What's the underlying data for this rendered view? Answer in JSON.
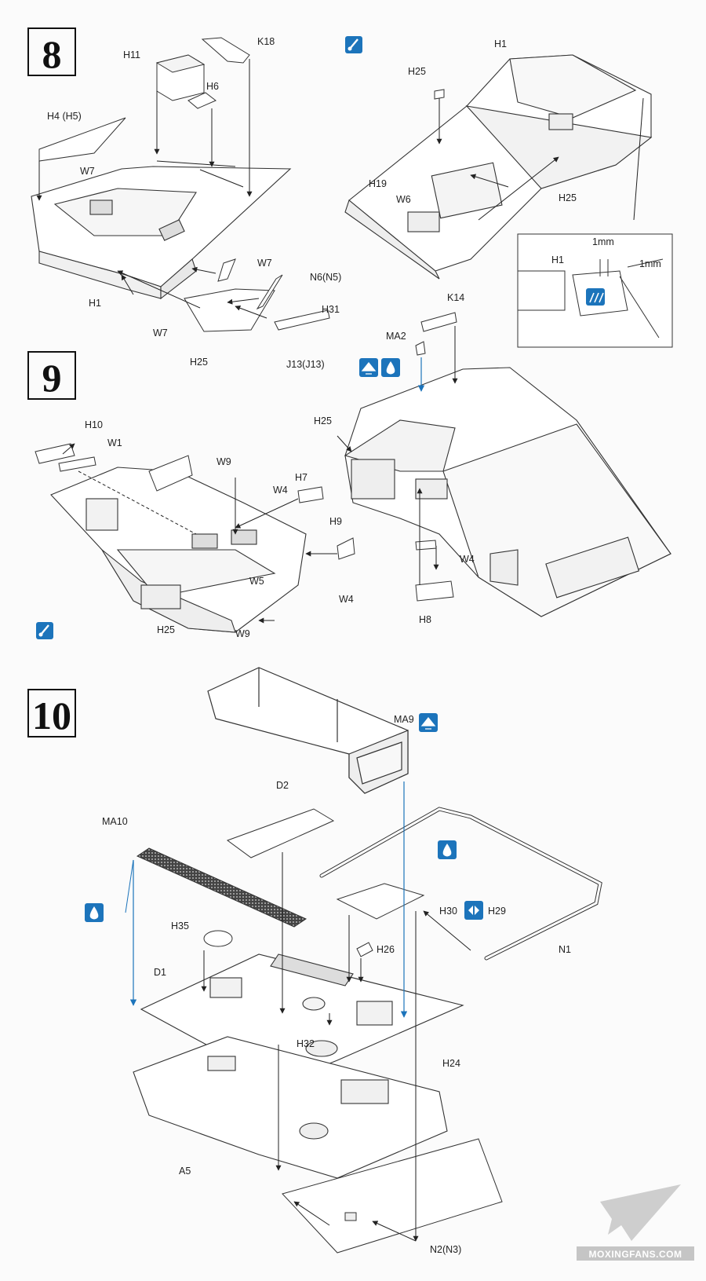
{
  "steps": [
    {
      "number": "8",
      "labels": {
        "k18": "K18",
        "h11": "H11",
        "h6": "H6",
        "h4": "H4 (H5)",
        "w7_a": "W7",
        "w7_b": "W7",
        "w7_c": "W7",
        "h1": "H1",
        "n6": "N6(N5)",
        "h31": "H31",
        "j13": "J13(J13)",
        "h25": "H25"
      },
      "right_labels": {
        "h1": "H1",
        "h25_top": "H25",
        "h19": "H19",
        "w6": "W6",
        "h25_side": "H25"
      },
      "detail": {
        "h1": "H1",
        "dim_a": "1mm",
        "dim_b": "1mm"
      }
    },
    {
      "number": "9",
      "labels": {
        "h10": "H10",
        "w1": "W1",
        "w9_a": "W9",
        "w4_a": "W4",
        "h7": "H7",
        "h9": "H9",
        "w5": "W5",
        "w4_b": "W4",
        "h25": "H25",
        "w9_b": "W9"
      },
      "right_labels": {
        "k14": "K14",
        "ma2": "MA2",
        "h25": "H25",
        "w4": "W4",
        "h8": "H8"
      }
    },
    {
      "number": "10",
      "labels": {
        "ma9": "MA9",
        "d2": "D2",
        "ma10": "MA10",
        "h30": "H30",
        "h29": "H29",
        "h35": "H35",
        "h26": "H26",
        "n1": "N1",
        "d1": "D1",
        "h32": "H32",
        "h24": "H24",
        "a5": "A5",
        "n2": "N2(N3)"
      }
    }
  ],
  "icons": [
    "paint-brush-icon",
    "glue-drop-icon",
    "flip-over-icon",
    "photo-etch-icon",
    "swap-option-icon"
  ],
  "colors": {
    "accent": "#1c74bb",
    "line": "#333333"
  },
  "watermark": "MOXINGFANS.COM"
}
